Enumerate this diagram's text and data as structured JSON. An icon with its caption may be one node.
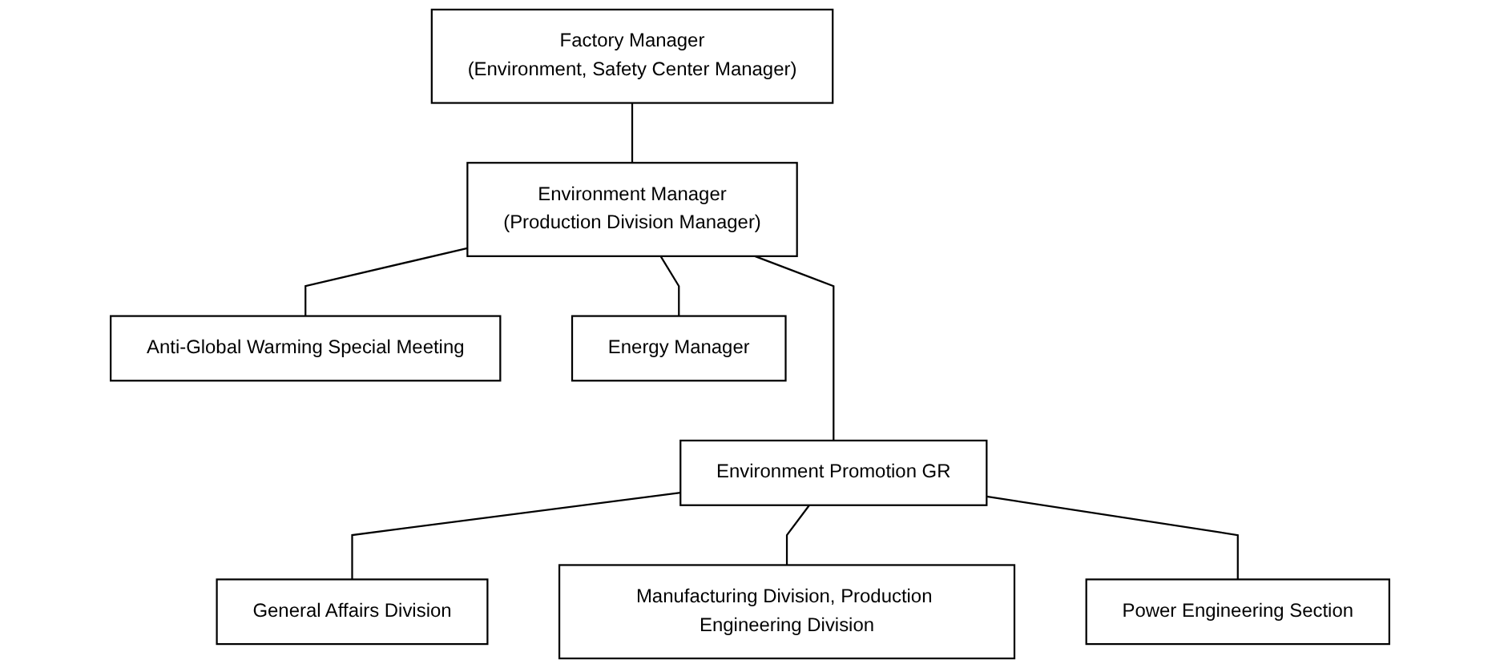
{
  "diagram": {
    "nodes": [
      {
        "text": [
          "Factory Manager",
          "(Environment, Safety Center Manager)"
        ]
      },
      {
        "text": [
          "Environment Manager",
          "(Production Division Manager)"
        ]
      },
      {
        "text": [
          "Anti-Global Warming Special Meeting"
        ]
      },
      {
        "text": [
          "Energy Manager"
        ]
      },
      {
        "text": [
          "Environment Promotion GR"
        ]
      },
      {
        "text": [
          "General Affairs Division"
        ]
      },
      {
        "text": [
          "Manufacturing Division, Production Engineering Division"
        ]
      },
      {
        "text": [
          "Power Engineering Section"
        ]
      }
    ],
    "edges": [
      {
        "from": 0,
        "to": 1,
        "arrow": "none"
      },
      {
        "from": 1,
        "to": 2,
        "arrow": "none"
      },
      {
        "from": 1,
        "to": 3,
        "arrow": "none"
      },
      {
        "from": 1,
        "to": 4,
        "arrow": "none"
      },
      {
        "from": 4,
        "to": 5,
        "arrow": "none"
      },
      {
        "from": 4,
        "to": 6,
        "arrow": "none"
      },
      {
        "from": 4,
        "to": 7,
        "arrow": "none"
      }
    ]
  }
}
